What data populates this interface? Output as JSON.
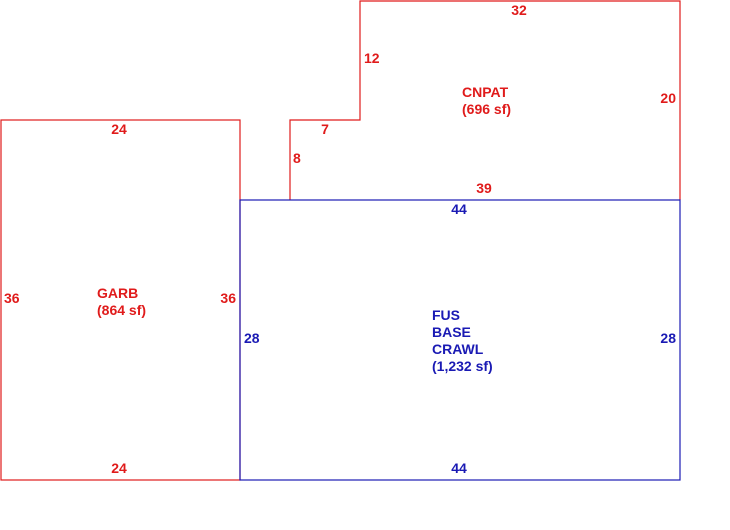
{
  "colors": {
    "red": "#e01b1b",
    "blue": "#1a1ab4"
  },
  "areas": {
    "garb": {
      "name": "GARB",
      "area": "(864 sf)",
      "dims": {
        "top": "24",
        "bottom": "24",
        "left": "36",
        "right": "36"
      }
    },
    "cnpat": {
      "name": "CNPAT",
      "area": "(696 sf)",
      "dims": {
        "top": "32",
        "right": "20",
        "bottom": "39",
        "step_vertical": "12",
        "step_horizontal": "7",
        "left": "8"
      }
    },
    "fus": {
      "lines": [
        "FUS",
        "BASE",
        "CRAWL",
        "(1,232 sf)"
      ],
      "dims": {
        "top": "44",
        "bottom": "44",
        "left": "28",
        "right": "28"
      }
    }
  }
}
